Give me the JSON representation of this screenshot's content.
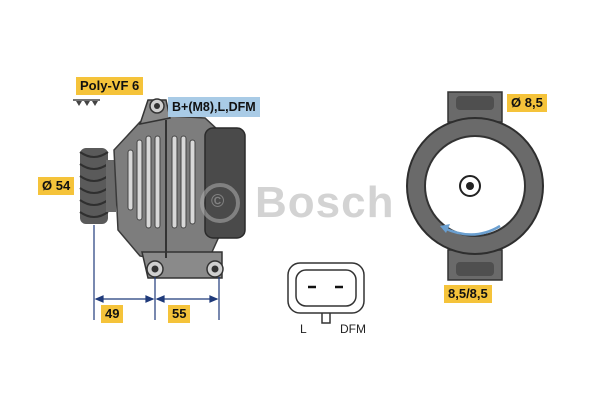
{
  "labels": {
    "belt_profile": "Poly-VF 6",
    "terminals": "B+(M8),L,DFM",
    "pulley_diameter": "Ø 54",
    "mount_hole_diameter": "Ø 8,5",
    "dim_49": "49",
    "dim_55": "55",
    "mount_spacing": "8,5/8,5",
    "connector_pin_l": "L",
    "connector_pin_dfm": "DFM"
  },
  "watermark": {
    "brand": "Bosch",
    "symbol": "©"
  },
  "colors": {
    "label_yellow": "#f5c33a",
    "label_blue": "#a9cbe6",
    "dimension_line": "#1f3a7a",
    "body_gray": "#7d7d7d",
    "body_dark": "#4a4a4a",
    "rotation_arrow": "#6a9fd0"
  },
  "icons": {
    "belt_groove_symbol": "v-belt-profile-icon",
    "rotation_direction": "clockwise-arrow-icon"
  }
}
